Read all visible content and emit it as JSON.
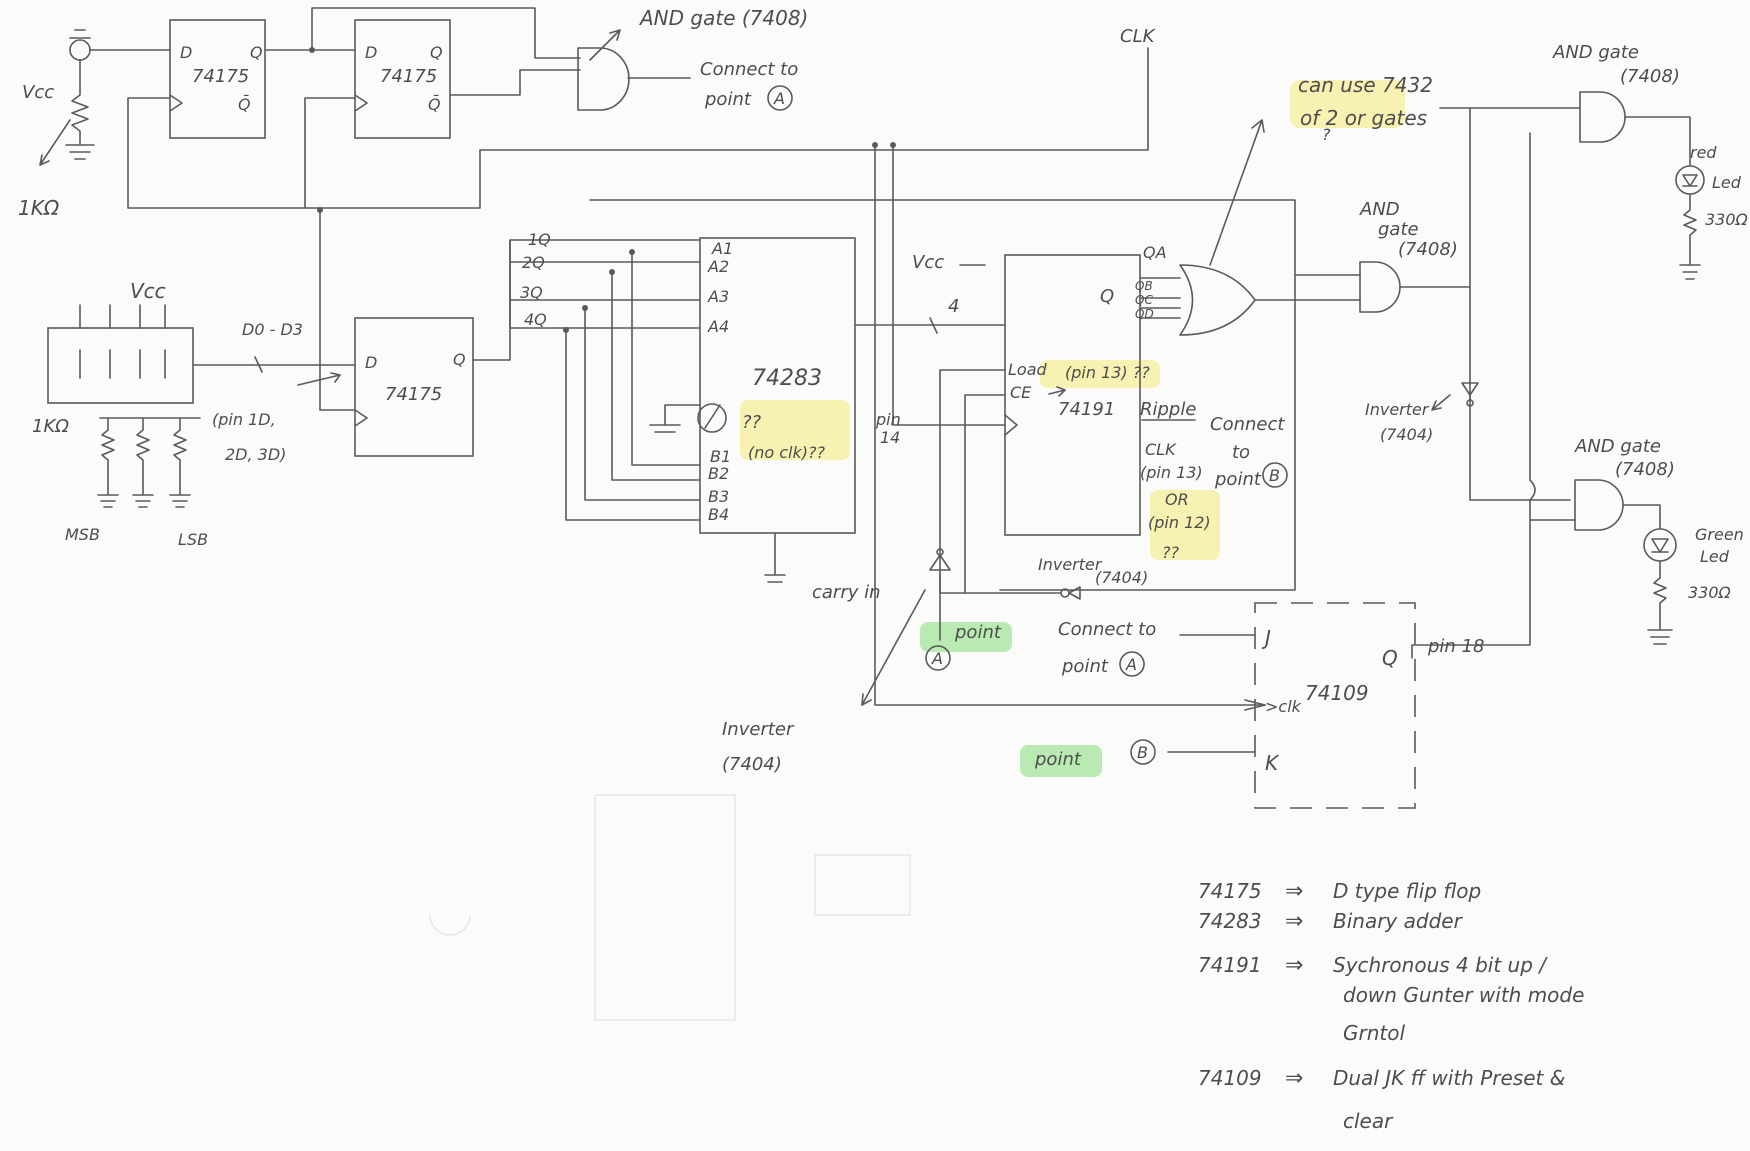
{
  "labels": {
    "vcc_top_left": "Vcc",
    "res_1k_top": "1KΩ",
    "ff1_d": "D",
    "ff1_q": "Q",
    "ff1_chip": "74175",
    "ff1_qbar": "Q̄",
    "ff2_d": "D",
    "ff2_q": "Q",
    "ff2_chip": "74175",
    "ff2_qbar": "Q̄",
    "and_top_label": "AND gate (7408)",
    "connect_to_1": "Connect to",
    "point_1": "point",
    "circle_a_1": "A",
    "clk_top": "CLK",
    "vcc_dip": "Vcc",
    "d0_d3": "D0 - D3",
    "ff3_d": "D",
    "ff3_q": "Q",
    "ff3_chip": "74175",
    "pin_note": "(pin 1D,",
    "pin_note2": "2D, 3D)",
    "res_1k_dip": "1KΩ",
    "msb": "MSB",
    "lsb": "LSB",
    "q1": "1Q",
    "q2": "2Q",
    "q3": "3Q",
    "q4": "4Q",
    "a1": "A1",
    "a2": "A2",
    "a3": "A3",
    "a4": "A4",
    "adder_chip": "74283",
    "adder_qq": "??",
    "adder_noclk": "(no clk)??",
    "b1": "B1",
    "b2": "B2",
    "b3": "B3",
    "b4": "B4",
    "carry_in": "carry in",
    "bus_4": "4",
    "pin14_a": "pin",
    "pin14_b": "14",
    "vcc_counter": "Vcc",
    "counter_q": "Q",
    "qa": "QA",
    "qb": "QB",
    "qc": "QC",
    "qd": "QD",
    "load": "Load",
    "ce": "CE",
    "pin_load": "(pin 13) ??",
    "counter_chip": "74191",
    "ripple": "Ripple",
    "connect_to_2": "Connect",
    "to_2": "to",
    "point_b_2": "point",
    "circle_b_1": "B",
    "clk_pin13": "CLK",
    "pin13": "(pin 13)",
    "or_txt": "OR",
    "pin12": "(pin 12)",
    "qq2": "??",
    "inverter_bottom": "Inverter",
    "inv_7404_b": "(7404)",
    "or_note_1": "can use 7432",
    "or_note_2": "of 2 or gates",
    "or_note_q": "?",
    "and_gate_2": "AND",
    "gate_2": "gate",
    "chip_7408_2": "(7408)",
    "and_gate_3": "AND gate",
    "chip_7408_3": "(7408)",
    "red": "red",
    "led_red": "Led",
    "ohm_330_r": "330Ω",
    "inverter_right": "Inverter",
    "inv_7404_r": "(7404)",
    "and_gate_4": "AND gate",
    "chip_7408_4": "(7408)",
    "green": "Green",
    "led_green": "Led",
    "ohm_330_g": "330Ω",
    "point_a_green": "point",
    "circle_a_2": "A",
    "connect_to_3": "Connect to",
    "point_3": "point",
    "circle_a_3": "A",
    "jk_j": "J",
    "jk_q": "Q",
    "pin18": "pin 18",
    "jk_clk": ">clk",
    "jk_chip": "74109",
    "jk_k": "K",
    "point_b_green": "point",
    "circle_b_2": "B",
    "inverter_mid": "Inverter",
    "inv_7404_m": "(7404)"
  },
  "legend": [
    {
      "chip": "74175",
      "arrow": "⇒",
      "desc": "D type flip flop"
    },
    {
      "chip": "74283",
      "arrow": "⇒",
      "desc": "Binary adder"
    },
    {
      "chip": "74191",
      "arrow": "⇒",
      "desc": "Sychronous 4 bit up /"
    },
    {
      "chip": "",
      "arrow": "",
      "desc": "down Gunter with mode"
    },
    {
      "chip": "",
      "arrow": "",
      "desc": "Grntol"
    },
    {
      "chip": "74109",
      "arrow": "⇒",
      "desc": "Dual JK ff with Preset &"
    },
    {
      "chip": "",
      "arrow": "",
      "desc": "clear"
    }
  ],
  "colors": {
    "ink": "#5a5a5a",
    "highlight_yellow": "#f6ef9a",
    "highlight_green": "#a9e6a0",
    "paper": "#fbfbfa"
  }
}
